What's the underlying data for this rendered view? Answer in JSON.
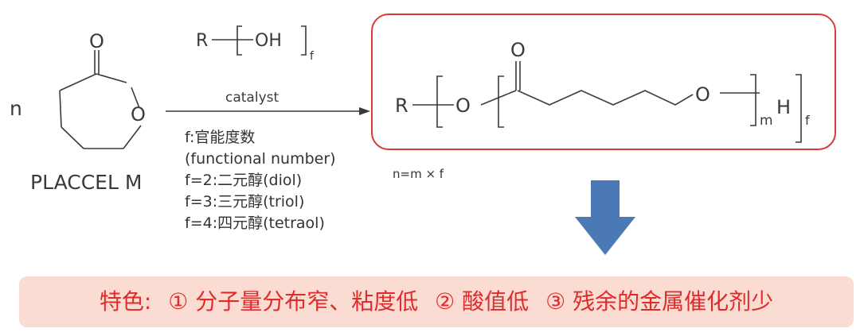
{
  "reaction": {
    "coefficient": "n",
    "monomer_name": "PLACCEL M",
    "reagent": {
      "r": "R",
      "oh": "OH",
      "sub": "f"
    },
    "condition": "catalyst",
    "atom_o": "O"
  },
  "functional_notes": [
    "f:官能度数",
    "(functional number)",
    "f=2:二元醇(diol)",
    "f=3:三元醇(triol)",
    "f=4:四元醇(tetraol)"
  ],
  "product": {
    "r": "R",
    "o": "O",
    "h": "H",
    "m": "m",
    "f": "f",
    "relation": "n=m × f"
  },
  "colors": {
    "box_border": "#d83a3a",
    "arrow": "#4a79b5",
    "banner_bg": "#fbdcd2",
    "banner_text": "#e02b2b"
  },
  "features": {
    "heading": "特色:",
    "items": [
      "① 分子量分布窄、粘度低",
      "② 酸值低",
      "③ 残余的金属催化剂少"
    ]
  }
}
